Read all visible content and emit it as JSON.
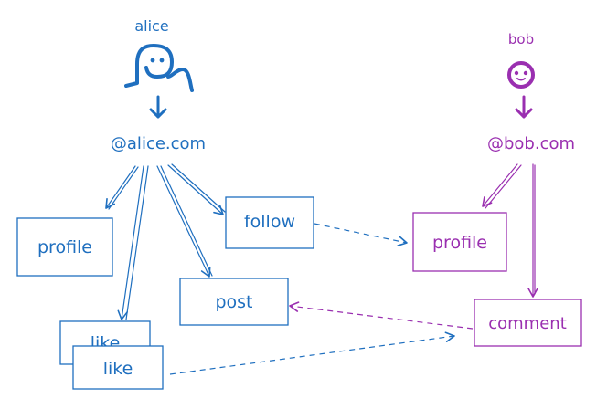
{
  "colors": {
    "alice": "#1f6fbf",
    "bob": "#9a2fb0",
    "background": "#ffffff"
  },
  "alice": {
    "name": "alice",
    "handle": "@alice.com",
    "nodes": {
      "profile": "profile",
      "follow": "follow",
      "post": "post",
      "like_back": "like",
      "like_front": "like"
    }
  },
  "bob": {
    "name": "bob",
    "handle": "@bob.com",
    "nodes": {
      "profile": "profile",
      "comment": "comment"
    }
  }
}
